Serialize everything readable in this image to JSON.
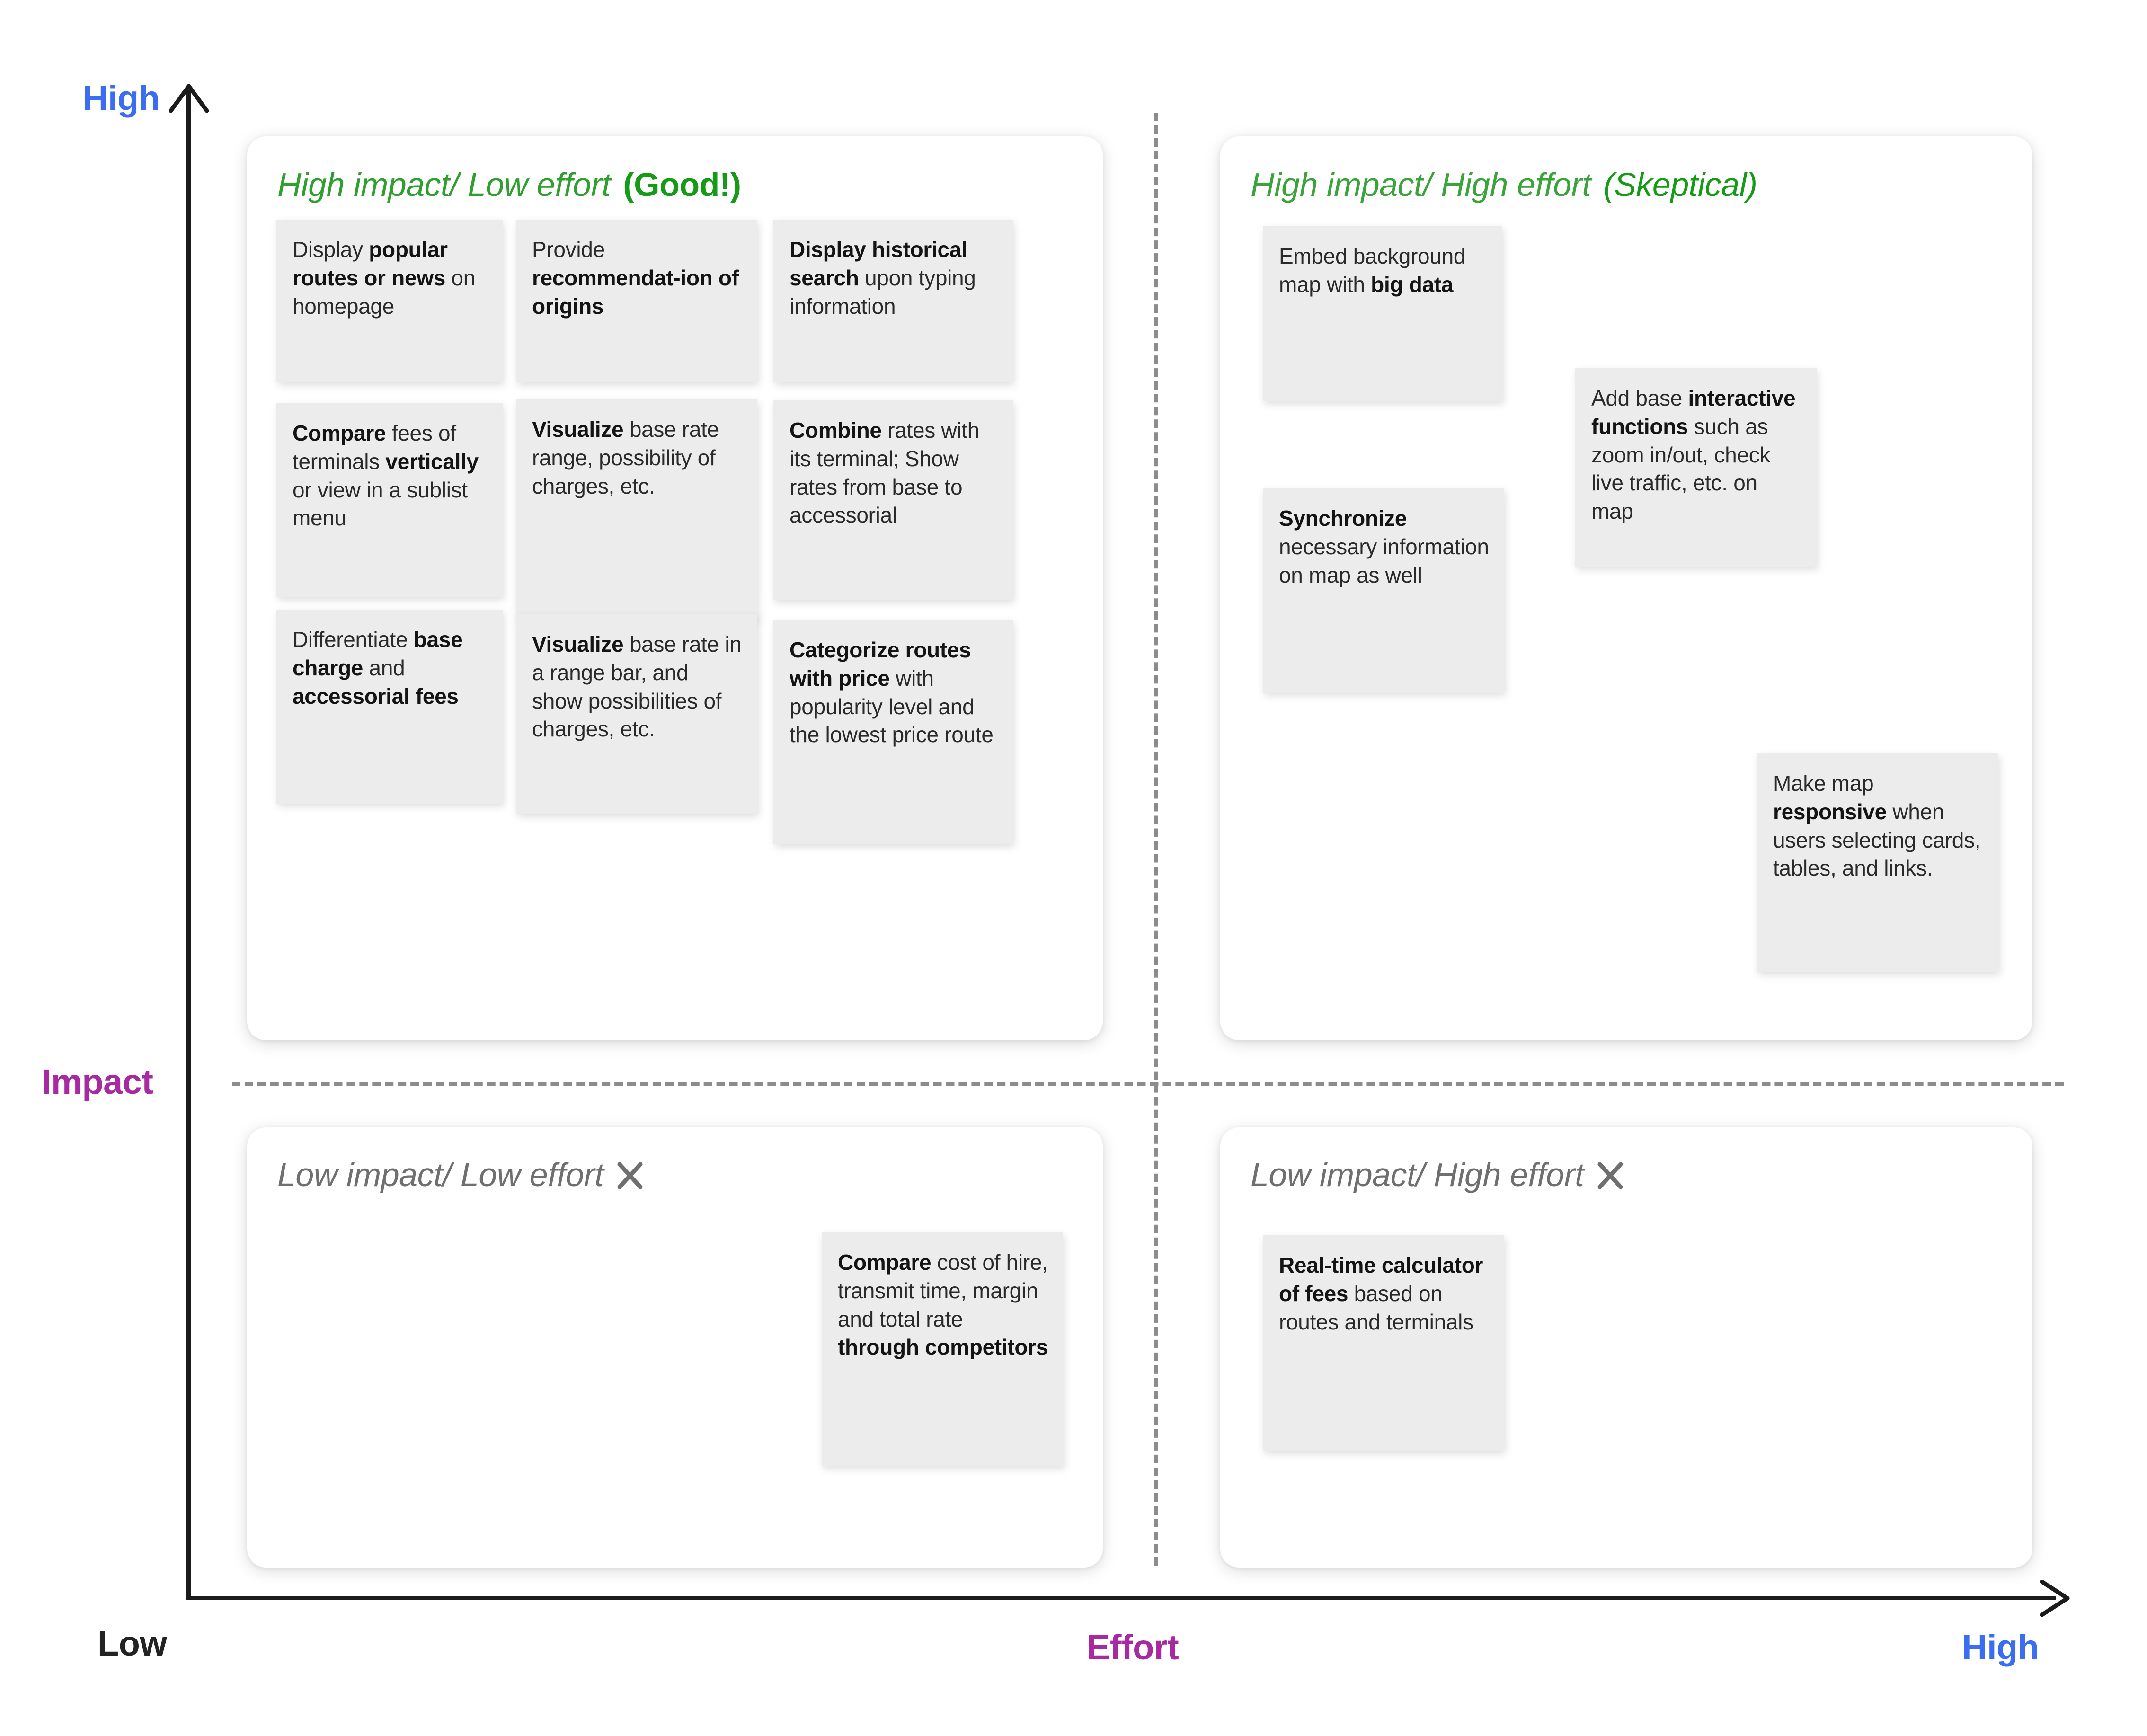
{
  "axes": {
    "y_top_label": "High",
    "y_axis_label": "Impact",
    "x_left_label": "Low",
    "x_axis_label": "Effort",
    "x_right_label": "High",
    "y_top_color": "#3b6df2",
    "y_axis_color": "#a82aa0",
    "x_left_color": "#232323",
    "x_axis_color": "#a82aa0",
    "x_right_color": "#3b6df2",
    "arrow_color": "#1b1b1b"
  },
  "colors": {
    "good_green": "#2fa02f",
    "muted_gray": "#6f6f6f",
    "card_bg": "#ececec",
    "divider": "#8c8c8c"
  },
  "quadrants": {
    "top_left": {
      "title": "High impact/ Low effort",
      "tag": "(Good!)",
      "tag_style": "bold",
      "icon": "none"
    },
    "top_right": {
      "title": "High impact/ High effort",
      "tag": "(Skeptical)",
      "tag_style": "italic",
      "icon": "none"
    },
    "bottom_left": {
      "title": "Low impact/ Low effort",
      "tag": "",
      "tag_style": "none",
      "icon": "x-mark"
    },
    "bottom_right": {
      "title": "Low impact/ High effort",
      "tag": "",
      "tag_style": "none",
      "icon": "x-mark"
    }
  },
  "cards": {
    "tl_1": {
      "parts": [
        {
          "t": "Display ",
          "b": false
        },
        {
          "t": "popular routes or news",
          "b": true
        },
        {
          "t": " on homepage",
          "b": false
        }
      ]
    },
    "tl_2": {
      "parts": [
        {
          "t": "Provide ",
          "b": false
        },
        {
          "t": "recommendat-ion of origins",
          "b": true
        }
      ]
    },
    "tl_3": {
      "parts": [
        {
          "t": "Display historical search",
          "b": true
        },
        {
          "t": "  upon typing information",
          "b": false
        }
      ]
    },
    "tl_4": {
      "parts": [
        {
          "t": "Compare",
          "b": true
        },
        {
          "t": " fees of terminals ",
          "b": false
        },
        {
          "t": "vertically",
          "b": true
        },
        {
          "t": " or view in a sublist menu",
          "b": false
        }
      ]
    },
    "tl_5": {
      "parts": [
        {
          "t": "Visualize",
          "b": true
        },
        {
          "t": " base rate range, possibility of charges, etc.",
          "b": false
        }
      ]
    },
    "tl_6": {
      "parts": [
        {
          "t": "Combine",
          "b": true
        },
        {
          "t": " rates with its terminal; Show rates from base to accessorial",
          "b": false
        }
      ]
    },
    "tl_7": {
      "parts": [
        {
          "t": "Differentiate ",
          "b": false
        },
        {
          "t": "base charge",
          "b": true
        },
        {
          "t": " and ",
          "b": false
        },
        {
          "t": "accessorial fees",
          "b": true
        }
      ]
    },
    "tl_8": {
      "parts": [
        {
          "t": "Visualize",
          "b": true
        },
        {
          "t": " base rate in a range bar, and show possibilities of charges, etc.",
          "b": false
        }
      ]
    },
    "tl_9": {
      "parts": [
        {
          "t": "Categorize routes with price",
          "b": true
        },
        {
          "t": " with popularity level and the lowest price route",
          "b": false
        }
      ]
    },
    "tr_1": {
      "parts": [
        {
          "t": "Embed background map with ",
          "b": false
        },
        {
          "t": "big data",
          "b": true
        }
      ]
    },
    "tr_2": {
      "parts": [
        {
          "t": "Synchronize",
          "b": true
        },
        {
          "t": " necessary information on map as well",
          "b": false
        }
      ]
    },
    "tr_3": {
      "parts": [
        {
          "t": "Add base ",
          "b": false
        },
        {
          "t": "interactive functions",
          "b": true
        },
        {
          "t": " such as zoom in/out, check live traffic, etc. on map",
          "b": false
        }
      ]
    },
    "tr_4": {
      "parts": [
        {
          "t": "Make map ",
          "b": false
        },
        {
          "t": "responsive",
          "b": true
        },
        {
          "t": " when users selecting cards, tables, and links.",
          "b": false
        }
      ]
    },
    "bl_1": {
      "parts": [
        {
          "t": "Compare",
          "b": true
        },
        {
          "t": " cost of hire, transmit time, margin and total rate ",
          "b": false
        },
        {
          "t": "through competitors",
          "b": true
        }
      ]
    },
    "br_1": {
      "parts": [
        {
          "t": "Real-time calculator of fees",
          "b": true
        },
        {
          "t": " based on routes and terminals",
          "b": false
        }
      ]
    }
  }
}
